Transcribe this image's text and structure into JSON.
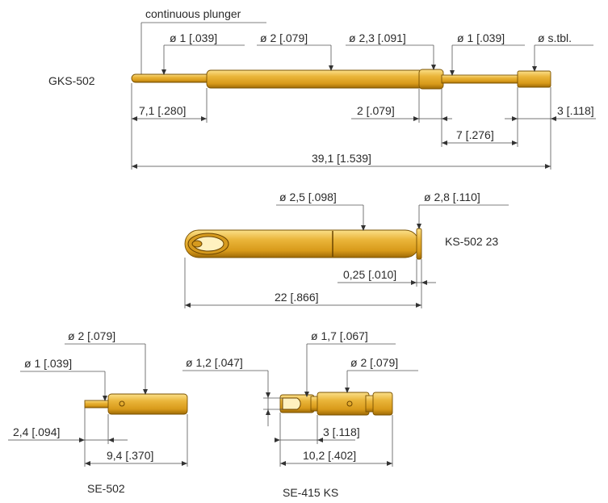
{
  "colors": {
    "body": "#e3a623",
    "body_light": "#f6cf5c",
    "body_dark": "#b9800f",
    "line": "#444444"
  },
  "top_note": "continuous plunger",
  "parts": {
    "gks": {
      "name": "GKS-502",
      "d_tip": "ø 1 [.039]",
      "d_body": "ø 2 [.079]",
      "d_collar": "ø 2,3 [.091]",
      "d_rear": "ø 1 [.039]",
      "d_end": "ø s.tbl.",
      "len_tip": "7,1 [.280]",
      "len_collar": "2 [.079]",
      "len_end": "3 [.118]",
      "len_rear": "7 [.276]",
      "len_total": "39,1 [1.539]"
    },
    "ks": {
      "name": "KS-502 23",
      "d_body": "ø 2,5 [.098]",
      "d_flange": "ø 2,8 [.110]",
      "flange_thk": "0,25 [.010]",
      "len_total": "22 [.866]"
    },
    "se502": {
      "name": "SE-502",
      "d_body": "ø 2 [.079]",
      "d_pin": "ø 1 [.039]",
      "len_pin": "2,4 [.094]",
      "len_total": "9,4 [.370]"
    },
    "se415": {
      "name": "SE-415 KS",
      "d_cup": "ø 1,2 [.047]",
      "d_mid": "ø 1,7 [.067]",
      "d_body": "ø 2 [.079]",
      "len_mid": "3 [.118]",
      "len_total": "10,2 [.402]"
    }
  }
}
